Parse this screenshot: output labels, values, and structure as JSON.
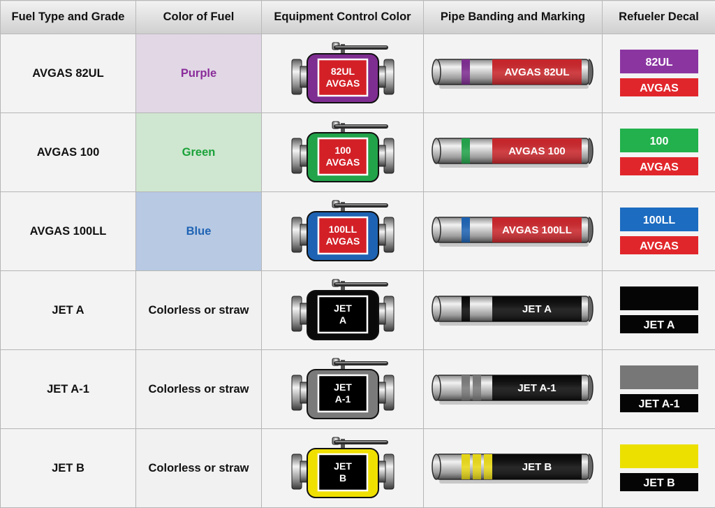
{
  "headers": {
    "fuel_type": "Fuel Type and Grade",
    "color_of_fuel": "Color of Fuel",
    "equipment_color": "Equipment Control Color",
    "pipe_banding": "Pipe Banding and Marking",
    "refueler_decal": "Refueler Decal"
  },
  "rows": [
    {
      "grade": "AVGAS 82UL",
      "fuel_color": "Purple",
      "cell_bg": "#e1d7e5",
      "text_color": "#8a2d9a",
      "control_color": "#7e2d91",
      "valve_box_color": "#d32027",
      "valve_lines": [
        "82UL",
        "AVGAS"
      ],
      "pipe_label": "AVGAS 82UL",
      "pipe_label_bg": "#c9262b",
      "pipe_bands": [
        "#7e2d91"
      ],
      "decal_top_text": "82UL",
      "decal_top_color": "#8b35a1",
      "decal_bottom_text": "AVGAS",
      "decal_bottom_color": "#e1262b"
    },
    {
      "grade": "AVGAS 100",
      "fuel_color": "Green",
      "cell_bg": "#cfe6d0",
      "text_color": "#1aa23a",
      "control_color": "#22a34a",
      "valve_box_color": "#d32027",
      "valve_lines": [
        "100",
        "AVGAS"
      ],
      "pipe_label": "AVGAS 100",
      "pipe_label_bg": "#c9262b",
      "pipe_bands": [
        "#22a34a"
      ],
      "decal_top_text": "100",
      "decal_top_color": "#22b14c",
      "decal_bottom_text": "AVGAS",
      "decal_bottom_color": "#e1262b"
    },
    {
      "grade": "AVGAS 100LL",
      "fuel_color": "Blue",
      "cell_bg": "#b7c9e3",
      "text_color": "#1f63b4",
      "control_color": "#1e63b3",
      "valve_box_color": "#d32027",
      "valve_lines": [
        "100LL",
        "AVGAS"
      ],
      "pipe_label": "AVGAS 100LL",
      "pipe_label_bg": "#c9262b",
      "pipe_bands": [
        "#1e63b3"
      ],
      "decal_top_text": "100LL",
      "decal_top_color": "#1c6cc1",
      "decal_bottom_text": "AVGAS",
      "decal_bottom_color": "#e1262b"
    },
    {
      "grade": "JET A",
      "fuel_color": "Colorless or straw",
      "cell_bg": "#f1f1f1",
      "text_color": "#111111",
      "control_color": "#0a0a0a",
      "valve_box_color": "#000000",
      "valve_lines": [
        "JET",
        "A"
      ],
      "pipe_label": "JET A",
      "pipe_label_bg": "#0a0a0a",
      "pipe_bands": [
        "#0a0a0a"
      ],
      "decal_top_text": "",
      "decal_top_color": "#050505",
      "decal_bottom_text": "JET A",
      "decal_bottom_color": "#050505"
    },
    {
      "grade": "JET A-1",
      "fuel_color": "Colorless or straw",
      "cell_bg": "#f1f1f1",
      "text_color": "#111111",
      "control_color": "#7a7a7a",
      "valve_box_color": "#000000",
      "valve_lines": [
        "JET",
        "A-1"
      ],
      "pipe_label": "JET A-1",
      "pipe_label_bg": "#0a0a0a",
      "pipe_bands": [
        "#7a7a7a",
        "#7a7a7a"
      ],
      "decal_top_text": "",
      "decal_top_color": "#777777",
      "decal_bottom_text": "JET A-1",
      "decal_bottom_color": "#050505"
    },
    {
      "grade": "JET B",
      "fuel_color": "Colorless or straw",
      "cell_bg": "#f1f1f1",
      "text_color": "#111111",
      "control_color": "#f0e000",
      "valve_box_color": "#000000",
      "valve_lines": [
        "JET",
        "B"
      ],
      "pipe_label": "JET B",
      "pipe_label_bg": "#0a0a0a",
      "pipe_bands": [
        "#e8d817",
        "#e8d817",
        "#e8d817"
      ],
      "decal_top_text": "",
      "decal_top_color": "#ece000",
      "decal_bottom_text": "JET B",
      "decal_bottom_color": "#050505"
    }
  ]
}
